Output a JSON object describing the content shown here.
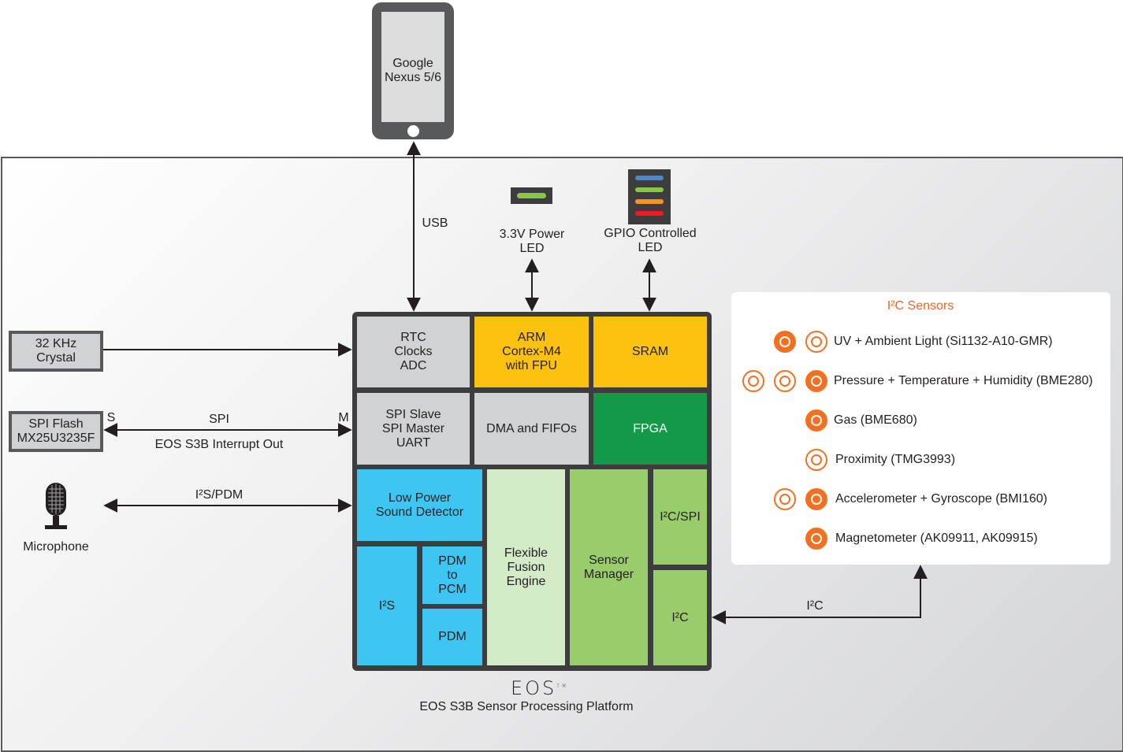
{
  "phone": {
    "label": "Google\nNexus 5/6"
  },
  "links": {
    "usb": "USB",
    "spi": "SPI",
    "spi_slave_tag": "S",
    "spi_master_tag": "M",
    "interrupt": "EOS S3B Interrupt Out",
    "i2s_pdm": "I²S/PDM",
    "i2c": "I²C"
  },
  "leds": {
    "power_label": "3.3V Power\nLED",
    "gpio_label": "GPIO Controlled\nLED",
    "power_color": "#8dc63f",
    "gpio_colors": [
      "#4f88c6",
      "#8dc63f",
      "#f7941d",
      "#ed1c24"
    ]
  },
  "external": {
    "crystal": "32 KHz\nCrystal",
    "flash": "SPI Flash\nMX25U3235F",
    "microphone": "Microphone"
  },
  "blocks": {
    "rtc": "RTC\nClocks\nADC",
    "arm": "ARM\nCortex-M4\nwith FPU",
    "sram": "SRAM",
    "spi_uart": "SPI Slave\nSPI Master\nUART",
    "dma": "DMA and FIFOs",
    "fpga": "FPGA",
    "lpsd": "Low Power\nSound Detector",
    "i2s": "I²S",
    "pdm_to_pcm": "PDM\nto\nPCM",
    "pdm": "PDM",
    "ffe": "Flexible\nFusion\nEngine",
    "sensor_manager": "Sensor\nManager",
    "i2c_spi": "I²C/SPI",
    "i2c": "I²C"
  },
  "platform": {
    "logo": "EOS",
    "logo_tm": "TM",
    "caption": "EOS S3B Sensor Processing Platform"
  },
  "sensors": {
    "title": "I²C Sensors",
    "items": [
      {
        "label": "UV + Ambient Light (Si1132-A10-GMR)",
        "icons": [
          "uv-icon",
          "light-icon"
        ]
      },
      {
        "label": "Pressure + Temperature + Humidity (BME280)",
        "icons": [
          "pressure-icon",
          "temperature-icon",
          "humidity-icon"
        ]
      },
      {
        "label": "Gas (BME680)",
        "icons": [
          "gas-icon"
        ]
      },
      {
        "label": "Proximity (TMG3993)",
        "icons": [
          "proximity-icon"
        ]
      },
      {
        "label": "Accelerometer + Gyroscope (BMI160)",
        "icons": [
          "accelerometer-icon",
          "gyroscope-icon"
        ]
      },
      {
        "label": "Magnetometer (AK09911, AK09915)",
        "icons": [
          "magnetometer-icon"
        ]
      }
    ]
  },
  "colors": {
    "accent_orange": "#f37021",
    "chip_frame": "#3d3d3f",
    "yellow": "#fcc20f",
    "fpga_green": "#139a48",
    "blue": "#3ec6f3",
    "light_green": "#d3ebc7",
    "mid_green": "#99cc6a",
    "gray": "#d1d2d4"
  }
}
